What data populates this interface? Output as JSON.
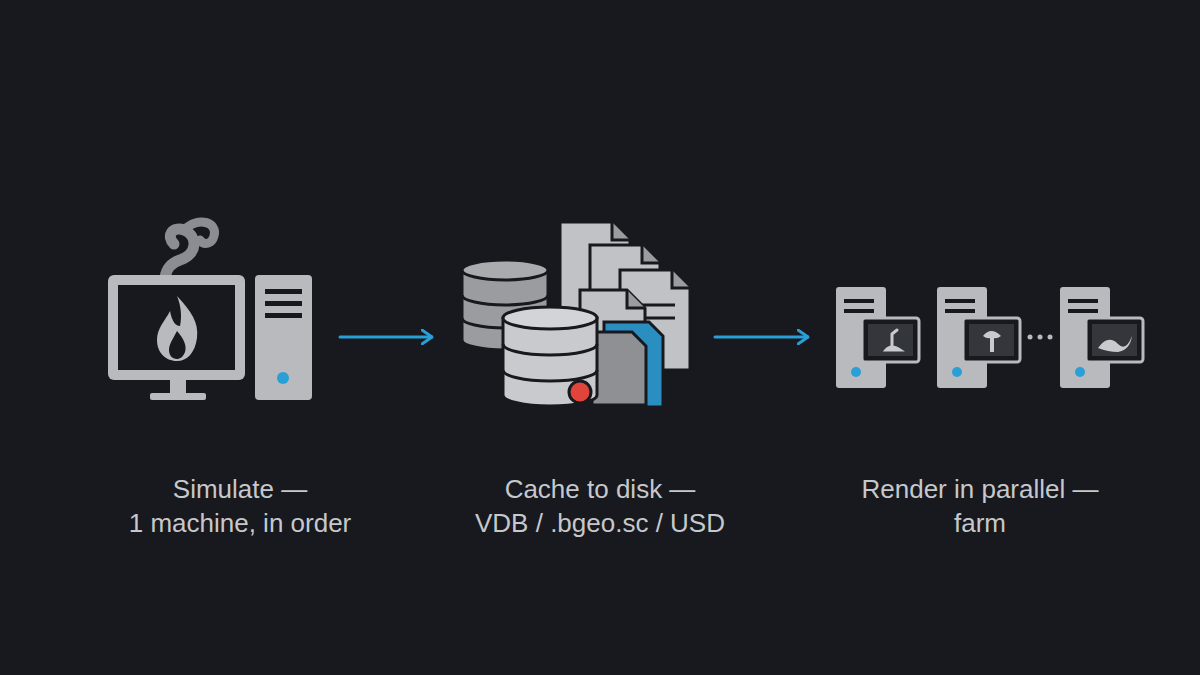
{
  "diagram": {
    "nodes": [
      {
        "text": [
          "Simulate —",
          "1 machine, in order"
        ]
      },
      {
        "text": [
          "Cache to disk —",
          "VDB / .bgeo.sc / USD"
        ]
      },
      {
        "text": [
          "Render in parallel —",
          "farm"
        ]
      }
    ],
    "edges": [
      {
        "from": 0,
        "to": 1,
        "arrow": "to"
      },
      {
        "from": 1,
        "to": 2,
        "arrow": "to"
      }
    ]
  }
}
